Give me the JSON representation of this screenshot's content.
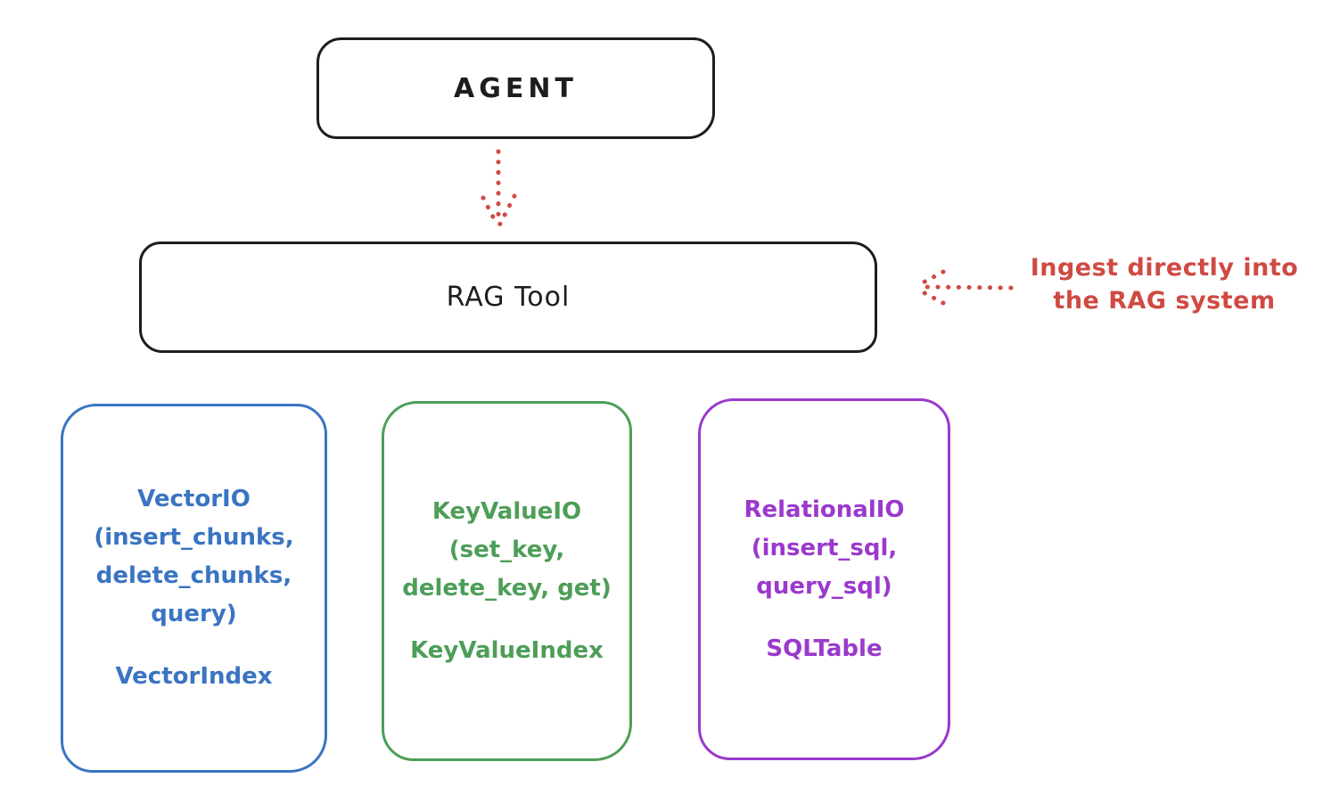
{
  "diagram": {
    "background_color": "#ffffff",
    "ink_color": "#1d1d20"
  },
  "agent_node": {
    "label": "AGENT"
  },
  "rag_tool_node": {
    "label": "RAG Tool"
  },
  "agent_to_rag_arrow": {
    "style": "dotted",
    "direction": "down",
    "color": "#cf4a43"
  },
  "ingest_annotation": {
    "lines": [
      "Ingest directly into",
      "the RAG system"
    ],
    "color": "#cf4a43",
    "arrow_style": "dotted",
    "arrow_direction": "left"
  },
  "storage_nodes": [
    {
      "id": "vector-io",
      "accent_color": "#3a74c2",
      "signature_lines": [
        "VectorIO",
        "(insert_chunks,",
        "delete_chunks,",
        "query)"
      ],
      "index_label": "VectorIndex"
    },
    {
      "id": "keyvalue-io",
      "accent_color": "#4d9e57",
      "signature_lines": [
        "KeyValueIO",
        "(set_key,",
        "delete_key, get)"
      ],
      "index_label": "KeyValueIndex"
    },
    {
      "id": "relational-io",
      "accent_color": "#9b39cc",
      "signature_lines": [
        "RelationalIO",
        "(insert_sql,",
        "query_sql)"
      ],
      "index_label": "SQLTable"
    }
  ]
}
